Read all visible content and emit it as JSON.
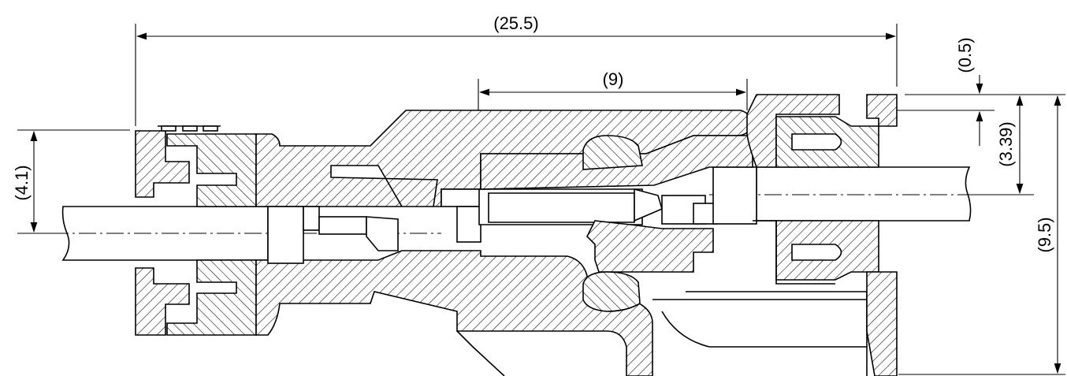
{
  "title": "",
  "dimensions": {
    "overall_length": "(25.5)",
    "mid_length": "(9)",
    "left_height": "(4.1)",
    "top_gap": "(0.5)",
    "right_offset": "(3.39)",
    "overall_height": "(9.5)"
  },
  "colors": {
    "line": "#000000",
    "background": "#ffffff"
  }
}
